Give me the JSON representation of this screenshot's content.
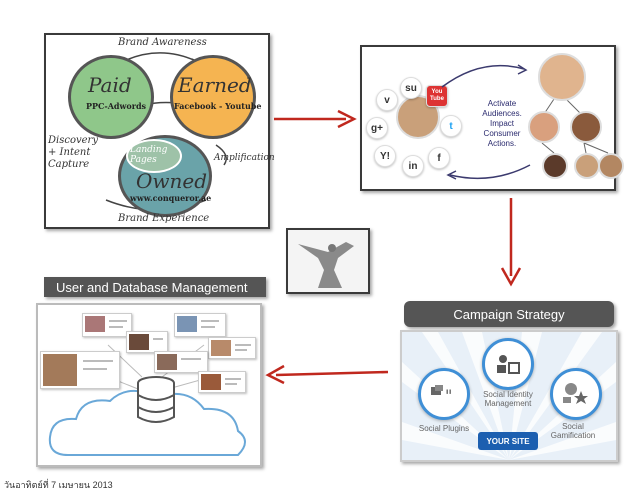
{
  "brand_panel": {
    "top_label": "Brand Awareness",
    "paid_title": "Paid",
    "paid_sub": "PPC-Adwords",
    "earned_title": "Earned",
    "earned_sub": "Facebook - Youtube",
    "owned_title": "Owned",
    "owned_sub": "www.conqueror.ae",
    "landing_label": "Landing Pages",
    "discovery_label": "Discovery + Intent Capture",
    "amplification_label": "Amplification",
    "bottom_label": "Brand Experience",
    "colors": {
      "paid": "#8fc78a",
      "earned": "#f5b451",
      "owned": "#6aa3a9"
    }
  },
  "audience_panel": {
    "social_icons": [
      "vimeo-icon",
      "stumbleupon-icon",
      "youtube-icon",
      "google-plus-icon",
      "twitter-icon",
      "yahoo-icon",
      "linkedin-icon",
      "facebook-icon"
    ],
    "icon_glyphs": {
      "vimeo": "v",
      "stumble": "su",
      "youtube": "You Tube",
      "gplus": "g+",
      "twitter": "t",
      "yahoo": "Y!",
      "linkedin": "in",
      "facebook": "f"
    },
    "line1": "Activate",
    "line2": "Audiences.",
    "line3": "Impact",
    "line4": "Consumer",
    "line5": "Actions."
  },
  "user_db": {
    "header": "User and Database Management"
  },
  "campaign": {
    "header": "Campaign Strategy",
    "social_identity": "Social Identity Management",
    "social_plugins": "Social Plugins",
    "social_gamification": "Social Gamification",
    "your_site": "YOUR SITE"
  },
  "footer": {
    "date": "วันอาทิตย์ที่ 7 เมษายน 2013"
  },
  "colors": {
    "arrow": "#c0281e",
    "header_bg": "#555555",
    "bubble_border": "#3f8fd6",
    "your_site_bg": "#1c5fb0"
  }
}
